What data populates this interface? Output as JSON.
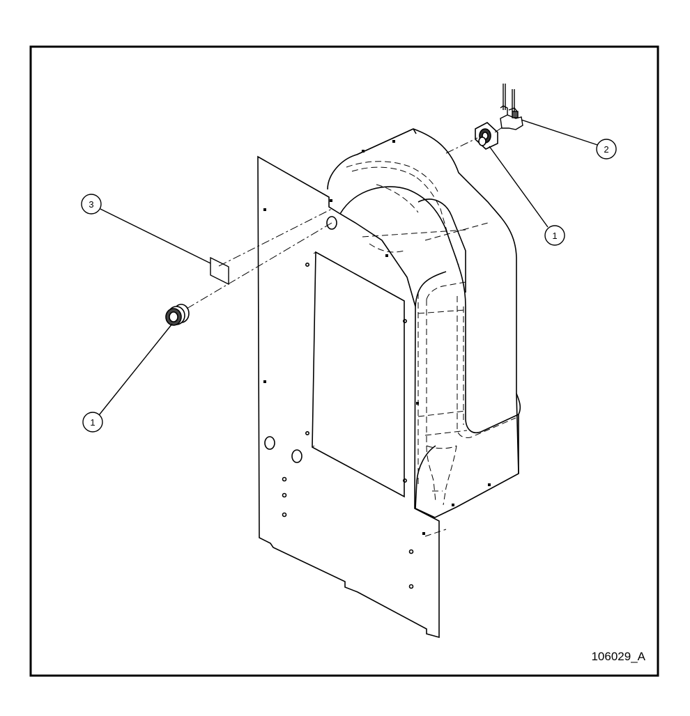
{
  "drawing_number": "106029_A",
  "callouts": [
    {
      "id": "callout-1-upper",
      "label": "1"
    },
    {
      "id": "callout-2",
      "label": "2"
    },
    {
      "id": "callout-3",
      "label": "3"
    },
    {
      "id": "callout-1-lower",
      "label": "1"
    }
  ],
  "colors": {
    "line": "#000000",
    "background": "#ffffff"
  }
}
